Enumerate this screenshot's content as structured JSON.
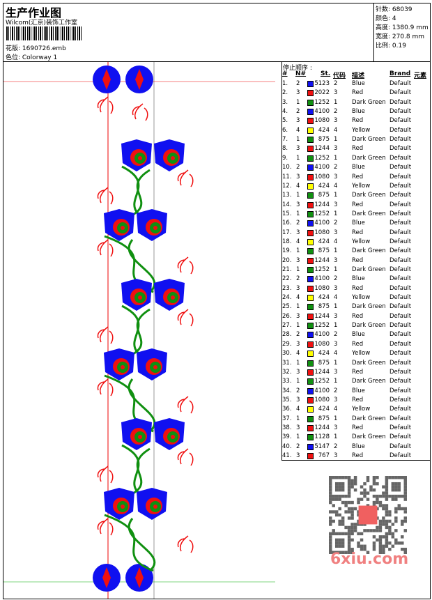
{
  "header": {
    "title": "生产作业图",
    "company": "Wilcom(汇京)装饰工作室",
    "design_file": "花版: 1690726.emb",
    "colorway": "色位: Colorway 1"
  },
  "info": {
    "stitches": "针数: 68039",
    "colors": "颜色: 4",
    "height": "高度: 1380.9 mm",
    "width": "宽度: 270.8 mm",
    "scale": "比例: 0.19"
  },
  "stop_sequence": {
    "label": "停止顺序 :",
    "headers": [
      "#",
      "N#",
      "St.",
      "代码",
      "描述",
      "Brand",
      "元素"
    ],
    "color_map": {
      "1": "#109010",
      "2": "#1010f0",
      "3": "#f01010",
      "4": "#ffff00"
    },
    "rows": [
      [
        "1.",
        "2",
        "5123",
        "2",
        "Blue",
        "Default"
      ],
      [
        "2.",
        "3",
        "2022",
        "3",
        "Red",
        "Default"
      ],
      [
        "3.",
        "1",
        "1252",
        "1",
        "Dark Green",
        "Default"
      ],
      [
        "4.",
        "2",
        "4100",
        "2",
        "Blue",
        "Default"
      ],
      [
        "5.",
        "3",
        "1080",
        "3",
        "Red",
        "Default"
      ],
      [
        "6.",
        "4",
        "424",
        "4",
        "Yellow",
        "Default"
      ],
      [
        "7.",
        "1",
        "875",
        "1",
        "Dark Green",
        "Default"
      ],
      [
        "8.",
        "3",
        "1244",
        "3",
        "Red",
        "Default"
      ],
      [
        "9.",
        "1",
        "1252",
        "1",
        "Dark Green",
        "Default"
      ],
      [
        "10.",
        "2",
        "4100",
        "2",
        "Blue",
        "Default"
      ],
      [
        "11.",
        "3",
        "1080",
        "3",
        "Red",
        "Default"
      ],
      [
        "12.",
        "4",
        "424",
        "4",
        "Yellow",
        "Default"
      ],
      [
        "13.",
        "1",
        "875",
        "1",
        "Dark Green",
        "Default"
      ],
      [
        "14.",
        "3",
        "1244",
        "3",
        "Red",
        "Default"
      ],
      [
        "15.",
        "1",
        "1252",
        "1",
        "Dark Green",
        "Default"
      ],
      [
        "16.",
        "2",
        "4100",
        "2",
        "Blue",
        "Default"
      ],
      [
        "17.",
        "3",
        "1080",
        "3",
        "Red",
        "Default"
      ],
      [
        "18.",
        "4",
        "424",
        "4",
        "Yellow",
        "Default"
      ],
      [
        "19.",
        "1",
        "875",
        "1",
        "Dark Green",
        "Default"
      ],
      [
        "20.",
        "3",
        "1244",
        "3",
        "Red",
        "Default"
      ],
      [
        "21.",
        "1",
        "1252",
        "1",
        "Dark Green",
        "Default"
      ],
      [
        "22.",
        "2",
        "4100",
        "2",
        "Blue",
        "Default"
      ],
      [
        "23.",
        "3",
        "1080",
        "3",
        "Red",
        "Default"
      ],
      [
        "24.",
        "4",
        "424",
        "4",
        "Yellow",
        "Default"
      ],
      [
        "25.",
        "1",
        "875",
        "1",
        "Dark Green",
        "Default"
      ],
      [
        "26.",
        "3",
        "1244",
        "3",
        "Red",
        "Default"
      ],
      [
        "27.",
        "1",
        "1252",
        "1",
        "Dark Green",
        "Default"
      ],
      [
        "28.",
        "2",
        "4100",
        "2",
        "Blue",
        "Default"
      ],
      [
        "29.",
        "3",
        "1080",
        "3",
        "Red",
        "Default"
      ],
      [
        "30.",
        "4",
        "424",
        "4",
        "Yellow",
        "Default"
      ],
      [
        "31.",
        "1",
        "875",
        "1",
        "Dark Green",
        "Default"
      ],
      [
        "32.",
        "3",
        "1244",
        "3",
        "Red",
        "Default"
      ],
      [
        "33.",
        "1",
        "1252",
        "1",
        "Dark Green",
        "Default"
      ],
      [
        "34.",
        "2",
        "4100",
        "2",
        "Blue",
        "Default"
      ],
      [
        "35.",
        "3",
        "1080",
        "3",
        "Red",
        "Default"
      ],
      [
        "36.",
        "4",
        "424",
        "4",
        "Yellow",
        "Default"
      ],
      [
        "37.",
        "1",
        "875",
        "1",
        "Dark Green",
        "Default"
      ],
      [
        "38.",
        "3",
        "1244",
        "3",
        "Red",
        "Default"
      ],
      [
        "39.",
        "1",
        "1128",
        "1",
        "Dark Green",
        "Default"
      ],
      [
        "40.",
        "2",
        "5147",
        "2",
        "Blue",
        "Default"
      ],
      [
        "41.",
        "3",
        "767",
        "3",
        "Red",
        "Default"
      ]
    ]
  },
  "watermark": {
    "text": "6xiu.com"
  }
}
